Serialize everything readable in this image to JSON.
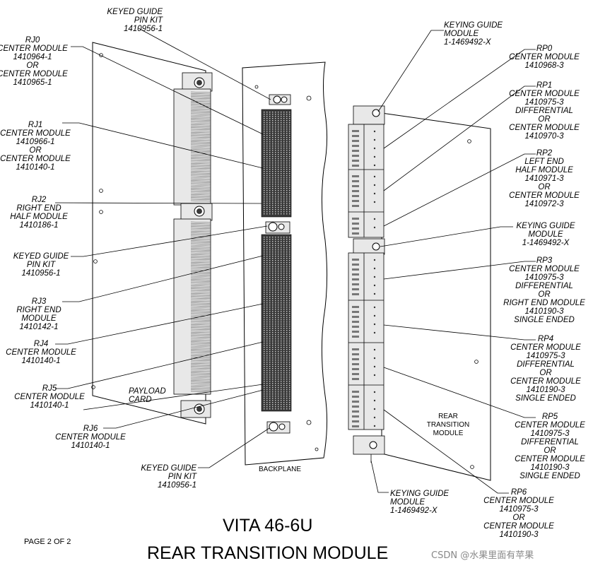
{
  "labels_left": {
    "keyed_top": [
      "KEYED GUIDE",
      "PIN KIT",
      "1410956-1"
    ],
    "rj0": [
      "RJ0",
      "CENTER MODULE",
      "1410964-1",
      "OR",
      "CENTER MODULE",
      "1410965-1"
    ],
    "rj1": [
      "RJ1",
      "CENTER MODULE",
      "1410966-1",
      "OR",
      "CENTER MODULE",
      "1410140-1"
    ],
    "rj2": [
      "RJ2",
      "RIGHT END",
      "HALF MODULE",
      "1410186-1"
    ],
    "keyed_mid": [
      "KEYED GUIDE",
      "PIN KIT",
      "1410956-1"
    ],
    "rj3": [
      "RJ3",
      "RIGHT END",
      "MODULE",
      "1410142-1"
    ],
    "rj4": [
      "RJ4",
      "CENTER MODULE",
      "1410140-1"
    ],
    "rj5": [
      "RJ5",
      "CENTER MODULE",
      "1410140-1"
    ],
    "payload": [
      "PAYLOAD",
      "CARD"
    ],
    "rj6": [
      "RJ6",
      "CENTER MODULE",
      "1410140-1"
    ],
    "keyed_bottom": [
      "KEYED GUIDE",
      "PIN KIT",
      "1410956-1"
    ]
  },
  "labels_right": {
    "keying_top": [
      "KEYING GUIDE",
      "MODULE",
      "1-1469492-X"
    ],
    "rp0": [
      "RP0",
      "CENTER MODULE",
      "1410968-3"
    ],
    "rp1": [
      "RP1",
      "CENTER MODULE",
      "1410975-3",
      "DIFFERENTIAL",
      "OR",
      "CENTER MODULE",
      "1410970-3"
    ],
    "rp2": [
      "RP2",
      "LEFT END",
      "HALF MODULE",
      "1410971-3",
      "OR",
      "CENTER MODULE",
      "1410972-3"
    ],
    "keying_mid": [
      "KEYING GUIDE",
      "MODULE",
      "1-1469492-X"
    ],
    "rp3": [
      "RP3",
      "CENTER MODULE",
      "1410975-3",
      "DIFFERENTIAL",
      "OR",
      "RIGHT END MODULE",
      "1410190-3",
      "SINGLE ENDED"
    ],
    "rp4": [
      "RP4",
      "CENTER MODULE",
      "1410975-3",
      "DIFFERENTIAL",
      "OR",
      "CENTER MODULE",
      "1410190-3",
      "SINGLE ENDED"
    ],
    "rp5": [
      "RP5",
      "CENTER MODULE",
      "1410975-3",
      "DIFFERENTIAL",
      "OR",
      "CENTER MODULE",
      "1410190-3",
      "SINGLE ENDED"
    ],
    "rtm": [
      "REAR",
      "TRANSITION",
      "MODULE"
    ],
    "keying_bottom": [
      "KEYING GUIDE",
      "MODULE",
      "1-1469492-X"
    ],
    "rp6": [
      "RP6",
      "CENTER MODULE",
      "1410975-3",
      "OR",
      "CENTER MODULE",
      "1410190-3"
    ]
  },
  "backplane_label": "BACKPLANE",
  "page_label": "PAGE 2 OF 2",
  "title_line1": "VITA 46-6U",
  "title_line2": "REAR TRANSITION MODULE",
  "watermark": "CSDN @水果里面有苹果"
}
